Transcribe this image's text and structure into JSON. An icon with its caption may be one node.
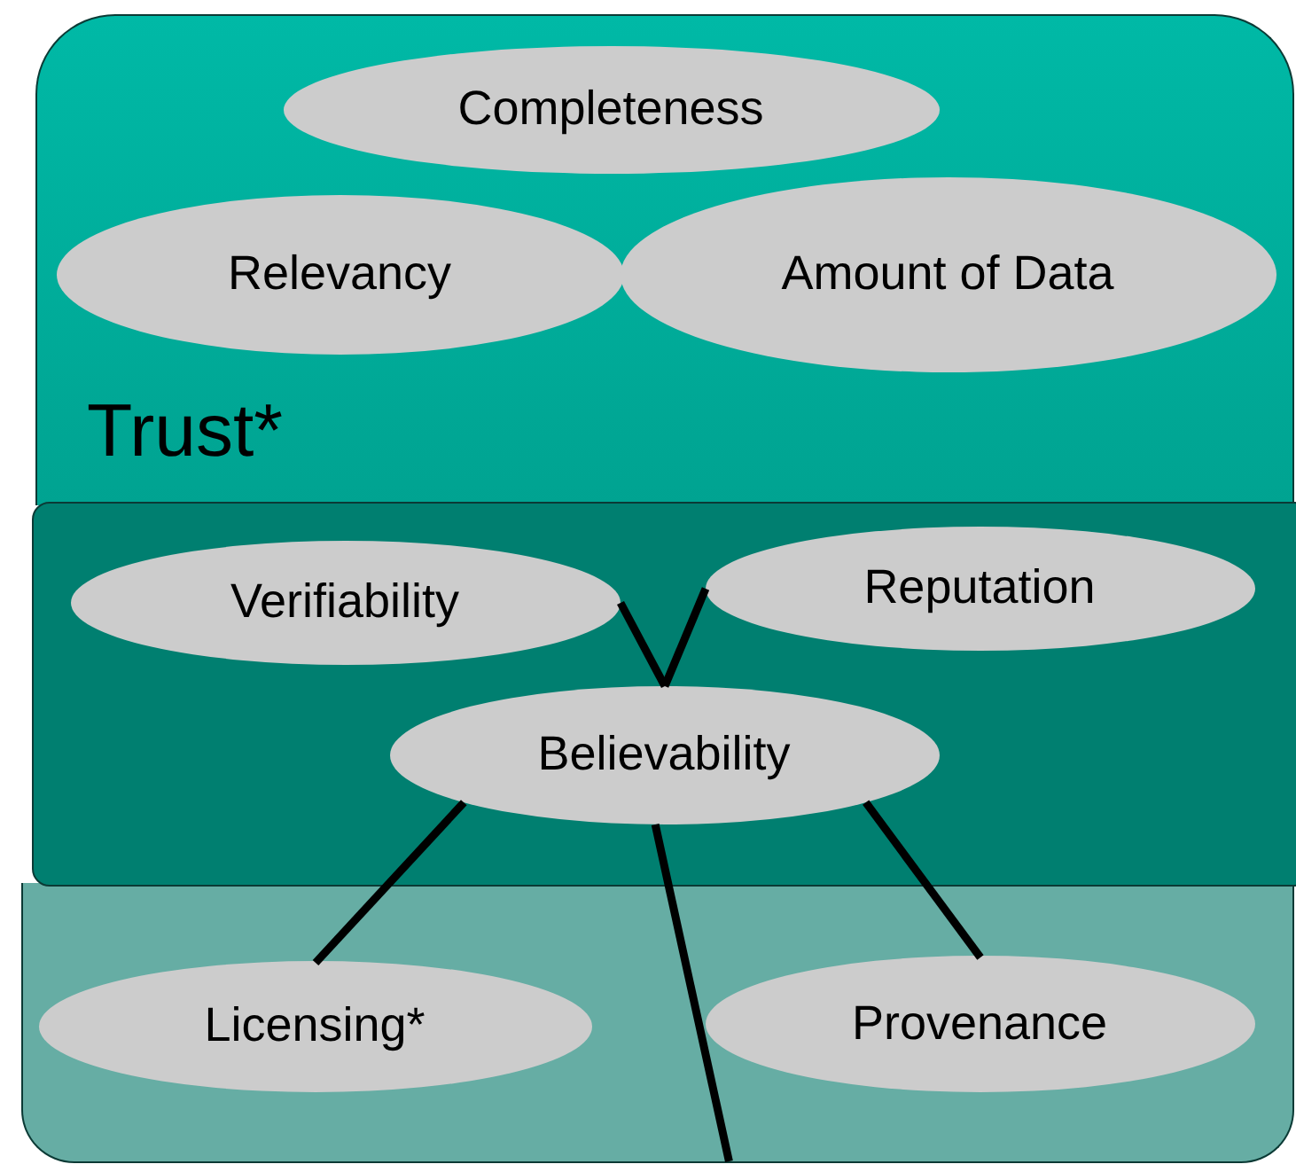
{
  "diagram": {
    "nodes": [
      {
        "text": [
          "Trust*"
        ]
      },
      {
        "text": [],
        "shape": "box"
      },
      {
        "text": [],
        "shape": "box"
      },
      {
        "text": [
          "Completeness"
        ],
        "in": 0
      },
      {
        "text": [
          "Relevancy"
        ],
        "in": 0
      },
      {
        "text": [
          "Amount of Data"
        ],
        "in": 0
      },
      {
        "text": [
          "Verifiability"
        ],
        "in": 2
      },
      {
        "text": [
          "Reputation"
        ],
        "in": 2
      },
      {
        "text": [
          "Believability"
        ],
        "in": 2
      },
      {
        "text": [
          "Licensing*"
        ],
        "in": 1
      },
      {
        "text": [
          "Provenance"
        ],
        "in": 1
      }
    ],
    "edges": [
      {
        "from": 6,
        "to": 8,
        "arrow": "none"
      },
      {
        "from": 7,
        "to": 8,
        "arrow": "none"
      },
      {
        "from": 8,
        "to": 9,
        "arrow": "none"
      },
      {
        "from": 8,
        "to": 10,
        "arrow": "none"
      },
      {
        "from": 8,
        "to": 1,
        "arrow": "none"
      }
    ]
  }
}
